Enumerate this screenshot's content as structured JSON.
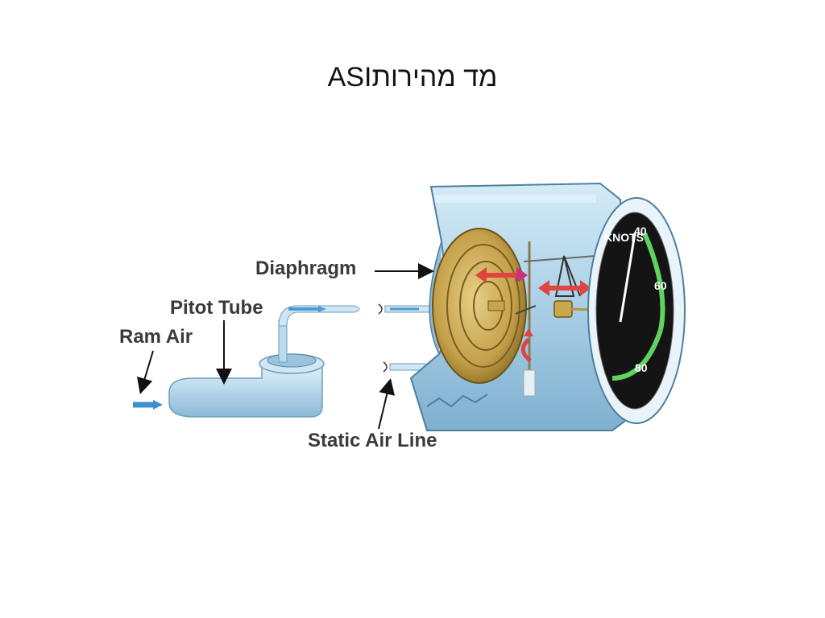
{
  "title": "ASIמד מהירות",
  "labels": {
    "diaphragm": "Diaphragm",
    "pitot_tube": "Pitot Tube",
    "ram_air": "Ram Air",
    "static_air_line": "Static Air Line"
  },
  "dial": {
    "ticks": [
      "40",
      "60",
      "80"
    ],
    "face_text": "KNOTS"
  },
  "colors": {
    "case_blue": "#a9cfe6",
    "diaphragm_gold": "#c9a94e",
    "arrow_red": "#e0443e",
    "arc_green": "#5fd25f",
    "dial_black": "#141414"
  }
}
